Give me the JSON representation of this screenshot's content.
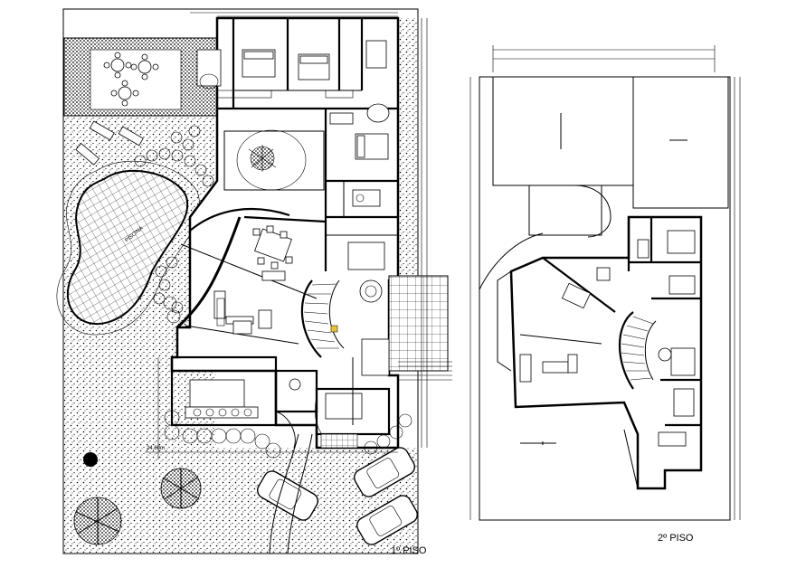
{
  "plans": [
    {
      "id": "first-floor",
      "label": "1º  PISO"
    },
    {
      "id": "second-floor",
      "label": "2º  PISO"
    }
  ],
  "annotations": {
    "pool_label": "PISCINA",
    "width_dimension": "24.60m"
  },
  "colors": {
    "ink": "#000000",
    "paper": "#ffffff",
    "highlight": "#e8c23a"
  }
}
